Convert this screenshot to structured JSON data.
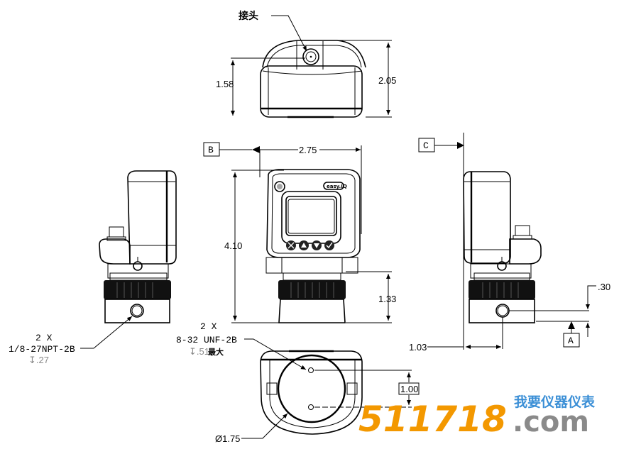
{
  "top_view": {
    "callout_label": "接头",
    "dim_height_body": "1.58",
    "dim_height_total": "2.05"
  },
  "front_view": {
    "datum_label": "B",
    "dim_width": "2.75",
    "dim_height": "4.10",
    "dim_lower_height": "1.33",
    "logo_text": "easy.IQ"
  },
  "left_view": {
    "note_qty": "2 X",
    "note_thread": "1/8-27NPT-2B",
    "note_depth": "↧.27"
  },
  "bottom_view": {
    "note_qty": "2 X",
    "note_thread": "8-32 UNF-2B",
    "note_depth": "↧.51",
    "note_depth_suffix": "最大",
    "dim_hole_spacing": "1.00",
    "dim_diameter": "Ø1.75"
  },
  "right_view": {
    "datum_c": "C",
    "datum_a": "A",
    "dim_offset_vertical": ".30",
    "dim_offset_horizontal": "1.03"
  },
  "watermark": {
    "number": "511718",
    "domain": ".com",
    "cn_text": "我要仪器仪表",
    "colors": {
      "number": "#f39800",
      "cn_text": "#3b8fd6",
      "domain": "#8a8a8a"
    }
  }
}
